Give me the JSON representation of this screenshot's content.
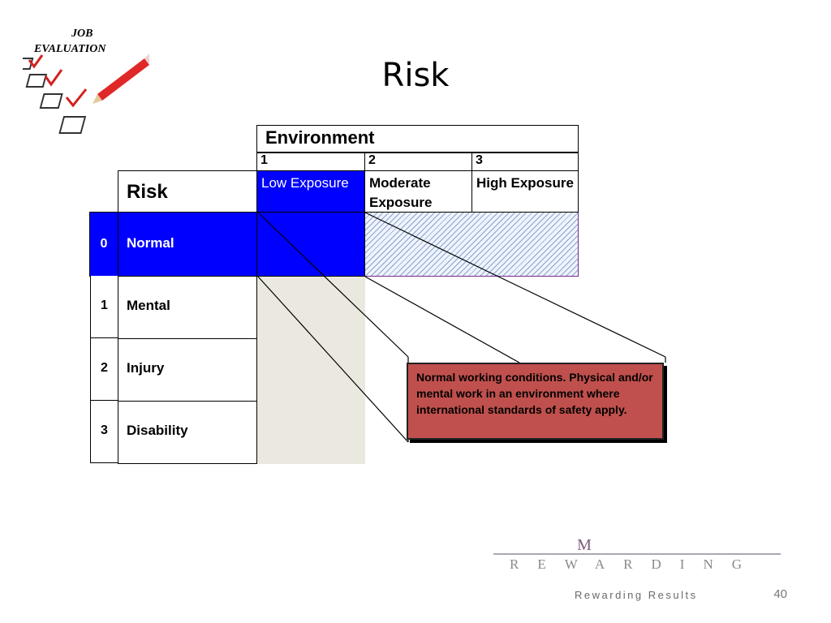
{
  "logo": {
    "line1": "JOB",
    "line2": "EVALUATION"
  },
  "title": "Risk",
  "environment": {
    "header": "Environment",
    "columns": [
      {
        "num": "1",
        "label": "Low Exposure"
      },
      {
        "num": "2",
        "label": "Moderate Exposure"
      },
      {
        "num": "3",
        "label": "High Exposure"
      }
    ]
  },
  "risk": {
    "header": "Risk",
    "rows": [
      {
        "num": "0",
        "label": "Normal"
      },
      {
        "num": "1",
        "label": "Mental"
      },
      {
        "num": "2",
        "label": "Injury"
      },
      {
        "num": "3",
        "label": "Disability"
      }
    ]
  },
  "callout": "Normal working conditions. Physical and/or mental work in an environment where international standards of  safety apply.",
  "brand": {
    "m": "M",
    "word": "REWARDING",
    "tagline": "Rewarding Results"
  },
  "page_number": "40",
  "colors": {
    "highlight": "#0000ff",
    "callout": "#c0504d",
    "band": "#ebe9df"
  }
}
